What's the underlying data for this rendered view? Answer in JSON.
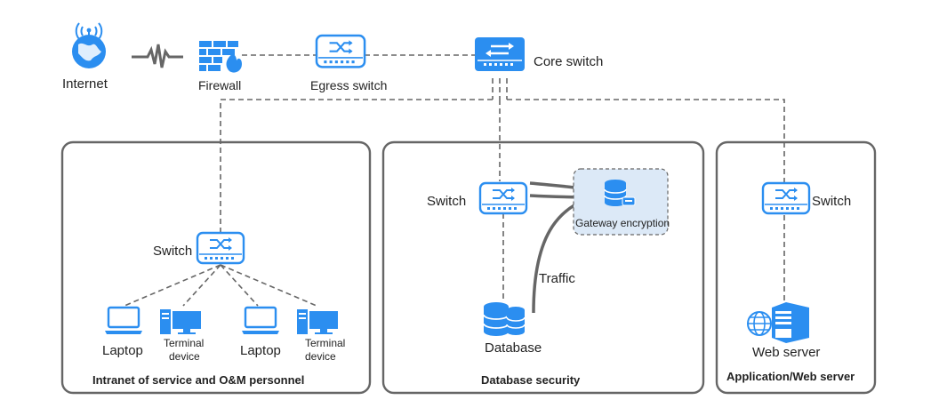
{
  "nodes": {
    "internet": "Internet",
    "firewall": "Firewall",
    "egress_switch": "Egress switch",
    "core_switch": "Core switch",
    "switch_intranet": "Switch",
    "switch_db": "Switch",
    "switch_app": "Switch",
    "laptop_1": "Laptop",
    "laptop_2": "Laptop",
    "terminal_1_line1": "Terminal",
    "terminal_1_line2": "device",
    "terminal_2_line1": "Terminal",
    "terminal_2_line2": "device",
    "database": "Database",
    "gateway_encryption": "Gateway encryption",
    "traffic": "Traffic",
    "web_server": "Web server"
  },
  "zones": {
    "intranet": "Intranet of service and O&M personnel",
    "database_security": "Database security",
    "app_web_server": "Application/Web server"
  },
  "colors": {
    "accent": "#2b8ef0",
    "zone_border": "#666666",
    "gateway_fill": "#dce9f7"
  }
}
